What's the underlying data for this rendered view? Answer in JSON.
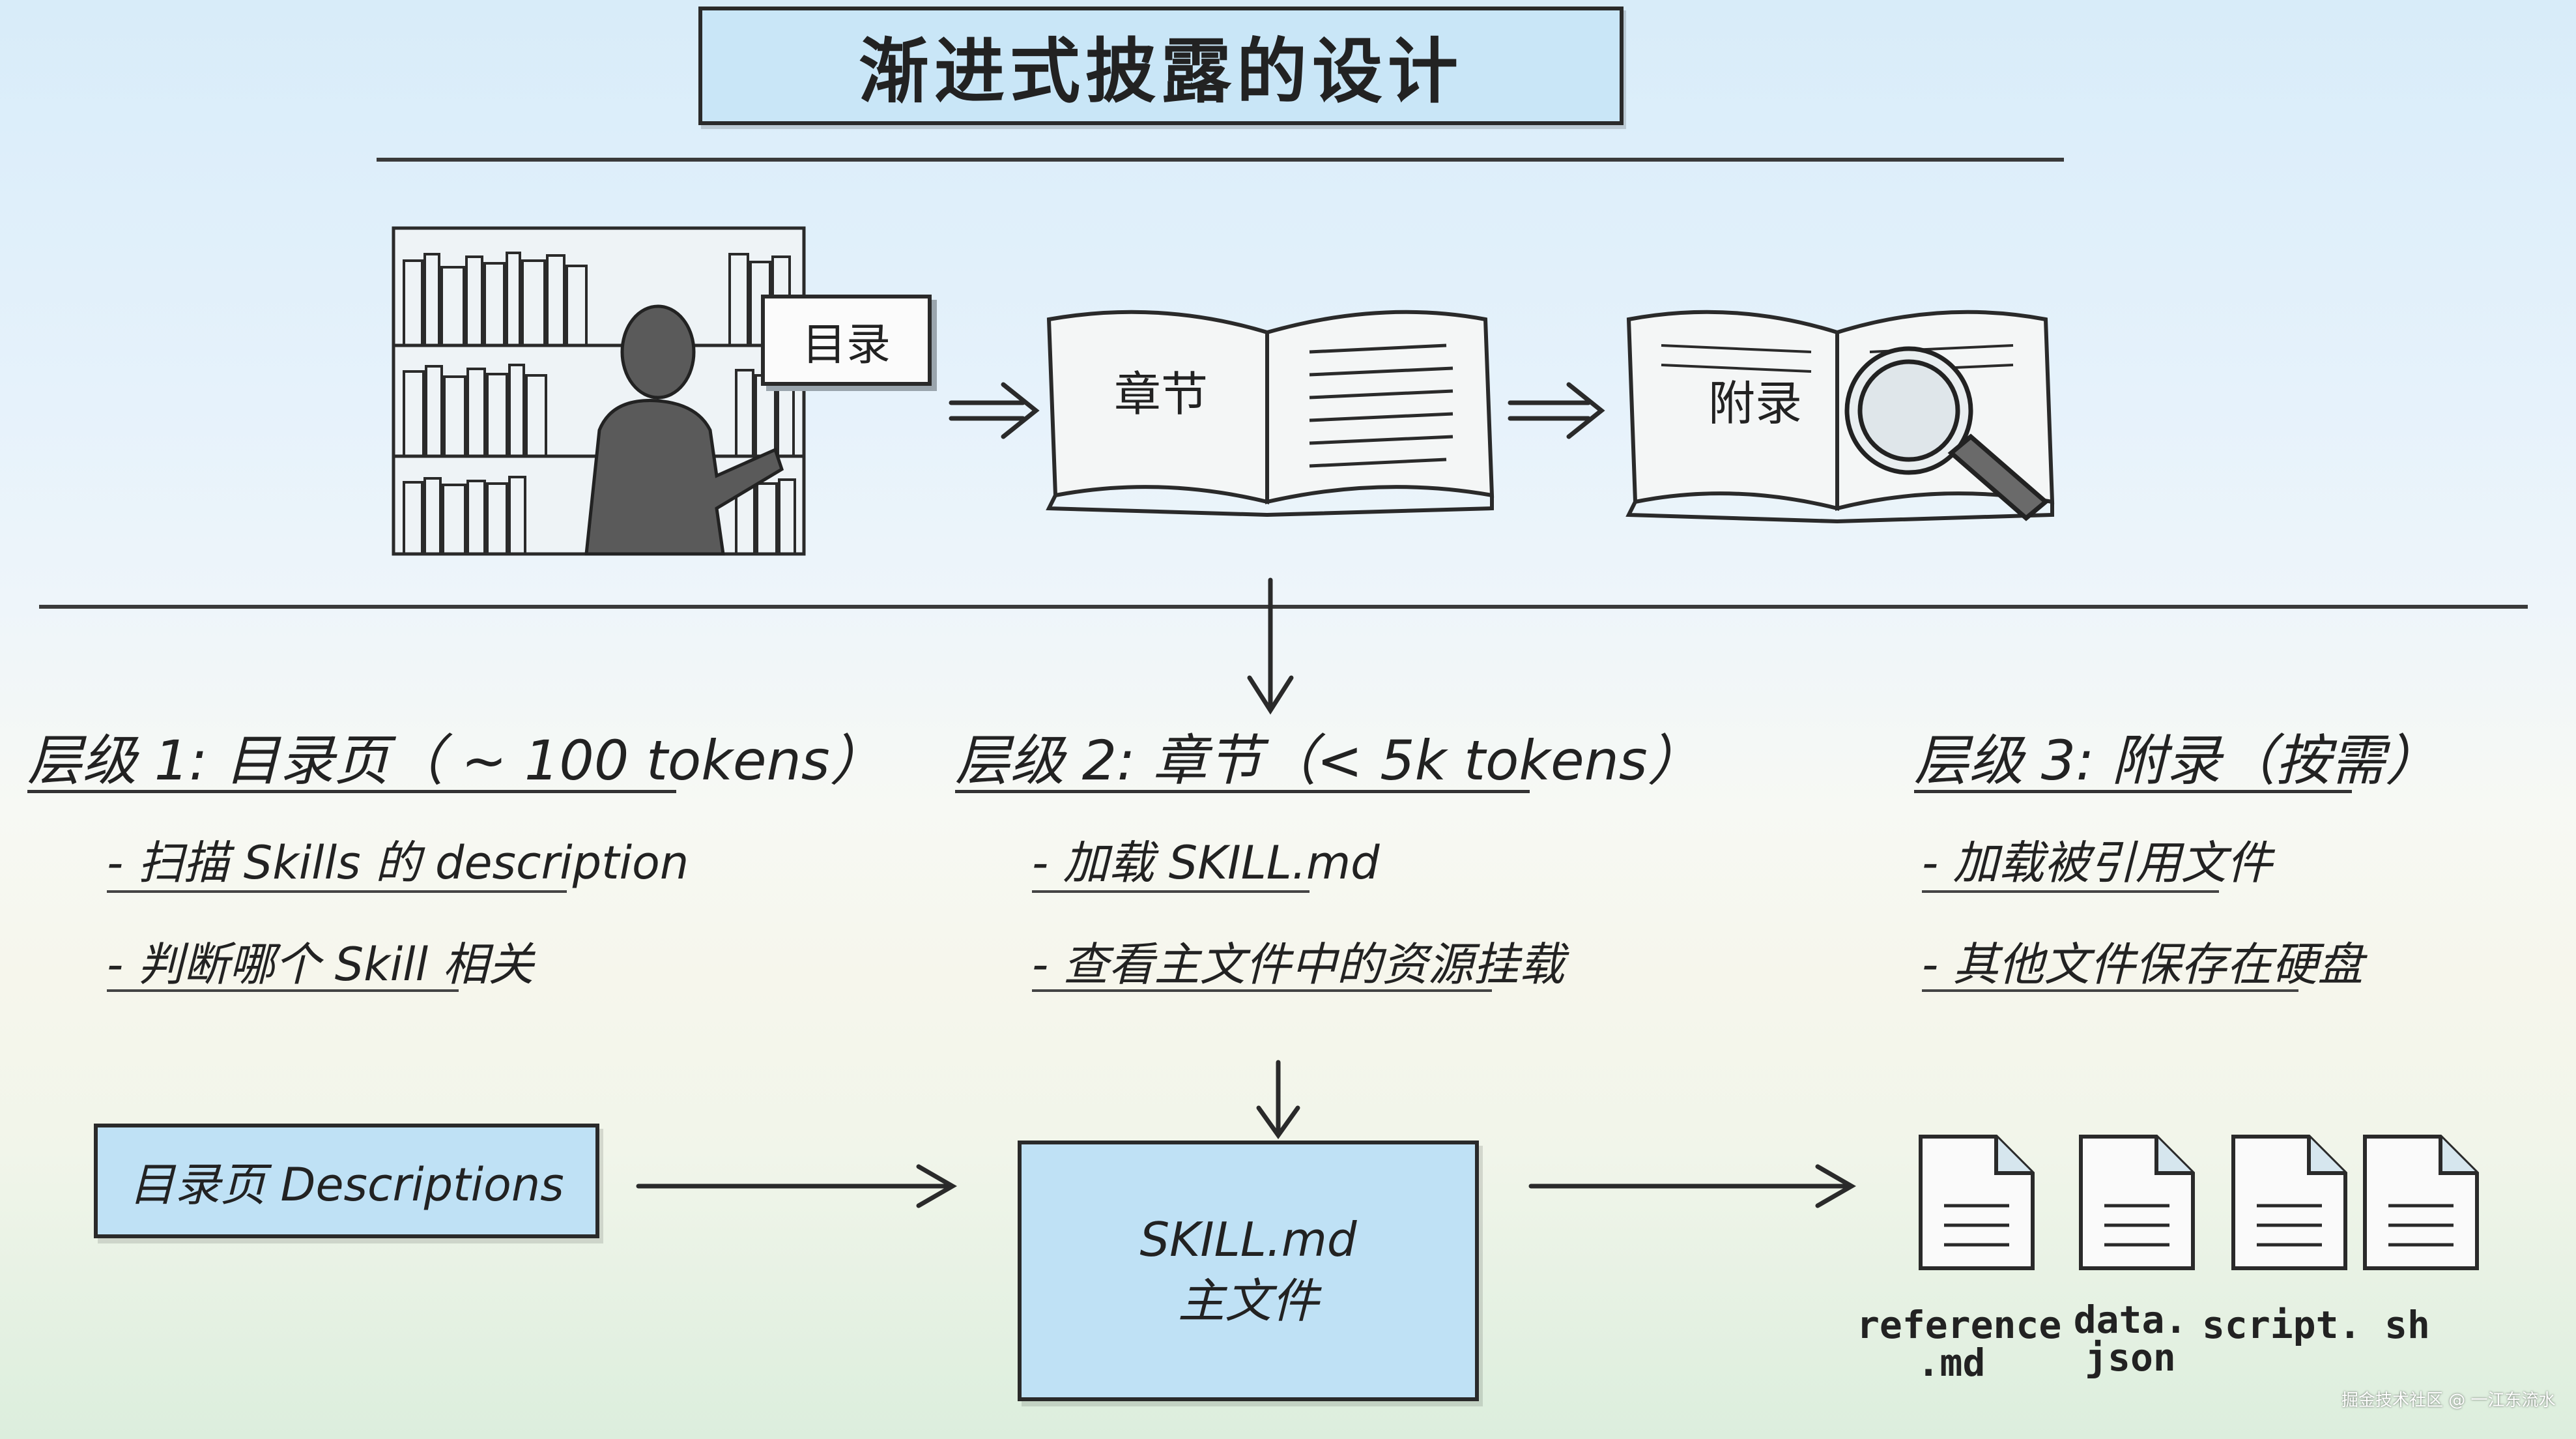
{
  "title": "渐进式披露的设计",
  "illustrations": {
    "toc_card": "目录",
    "chapter_book": "章节",
    "appendix_book": "附录"
  },
  "levels": [
    {
      "heading": "层级 1:  目录页（ ~ 100 tokens）",
      "bullets": [
        "- 扫描 Skills 的 description",
        "- 判断哪个 Skill 相关"
      ]
    },
    {
      "heading": "层级 2:  章节（< 5k tokens）",
      "bullets": [
        "- 加载 SKILL.md",
        "- 查看主文件中的资源挂载"
      ]
    },
    {
      "heading": "层级 3:  附录（按需）",
      "bullets": [
        "- 加载被引用文件",
        "- 其他文件保存在硬盘"
      ]
    }
  ],
  "flow": {
    "descriptions_box": "目录页  Descriptions",
    "main_box_line1": "SKILL.md",
    "main_box_line2": "主文件",
    "files": [
      {
        "line1": "reference",
        "line2": ".md"
      },
      {
        "line1": "data.",
        "line2": "json"
      },
      {
        "line1": "script.",
        "line2": ""
      },
      {
        "line1": "sh",
        "line2": ""
      }
    ]
  },
  "watermark": "掘金技术社区 @ 一江东流水",
  "colors": {
    "box_fill": "#bfe1f5",
    "ink": "#2a2a2a"
  }
}
